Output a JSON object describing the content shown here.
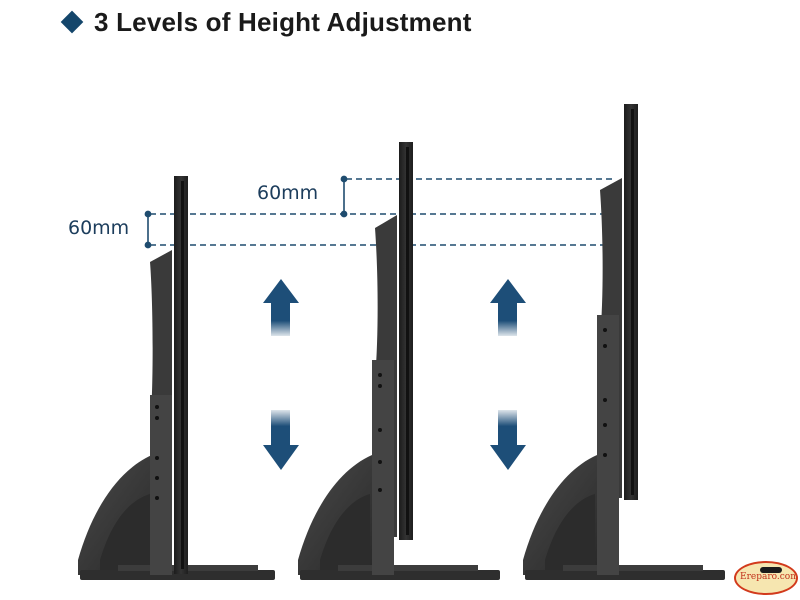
{
  "header": {
    "title": "3 Levels of Height Adjustment"
  },
  "dimensions": {
    "left_label": "60mm",
    "middle_label": "60mm"
  },
  "height_levels": {
    "count": 3,
    "step_mm": 60
  },
  "watermark": {
    "text": "Ereparo.com"
  },
  "colors": {
    "accent": "#14466b",
    "arrow": "#1d4e78",
    "dashed_line": "#1f4c6f",
    "monitor": "#2a2a2a",
    "stand": "#3a3a3a"
  },
  "icons": [
    "diamond-bullet-icon",
    "arrow-up-icon",
    "arrow-down-icon"
  ]
}
